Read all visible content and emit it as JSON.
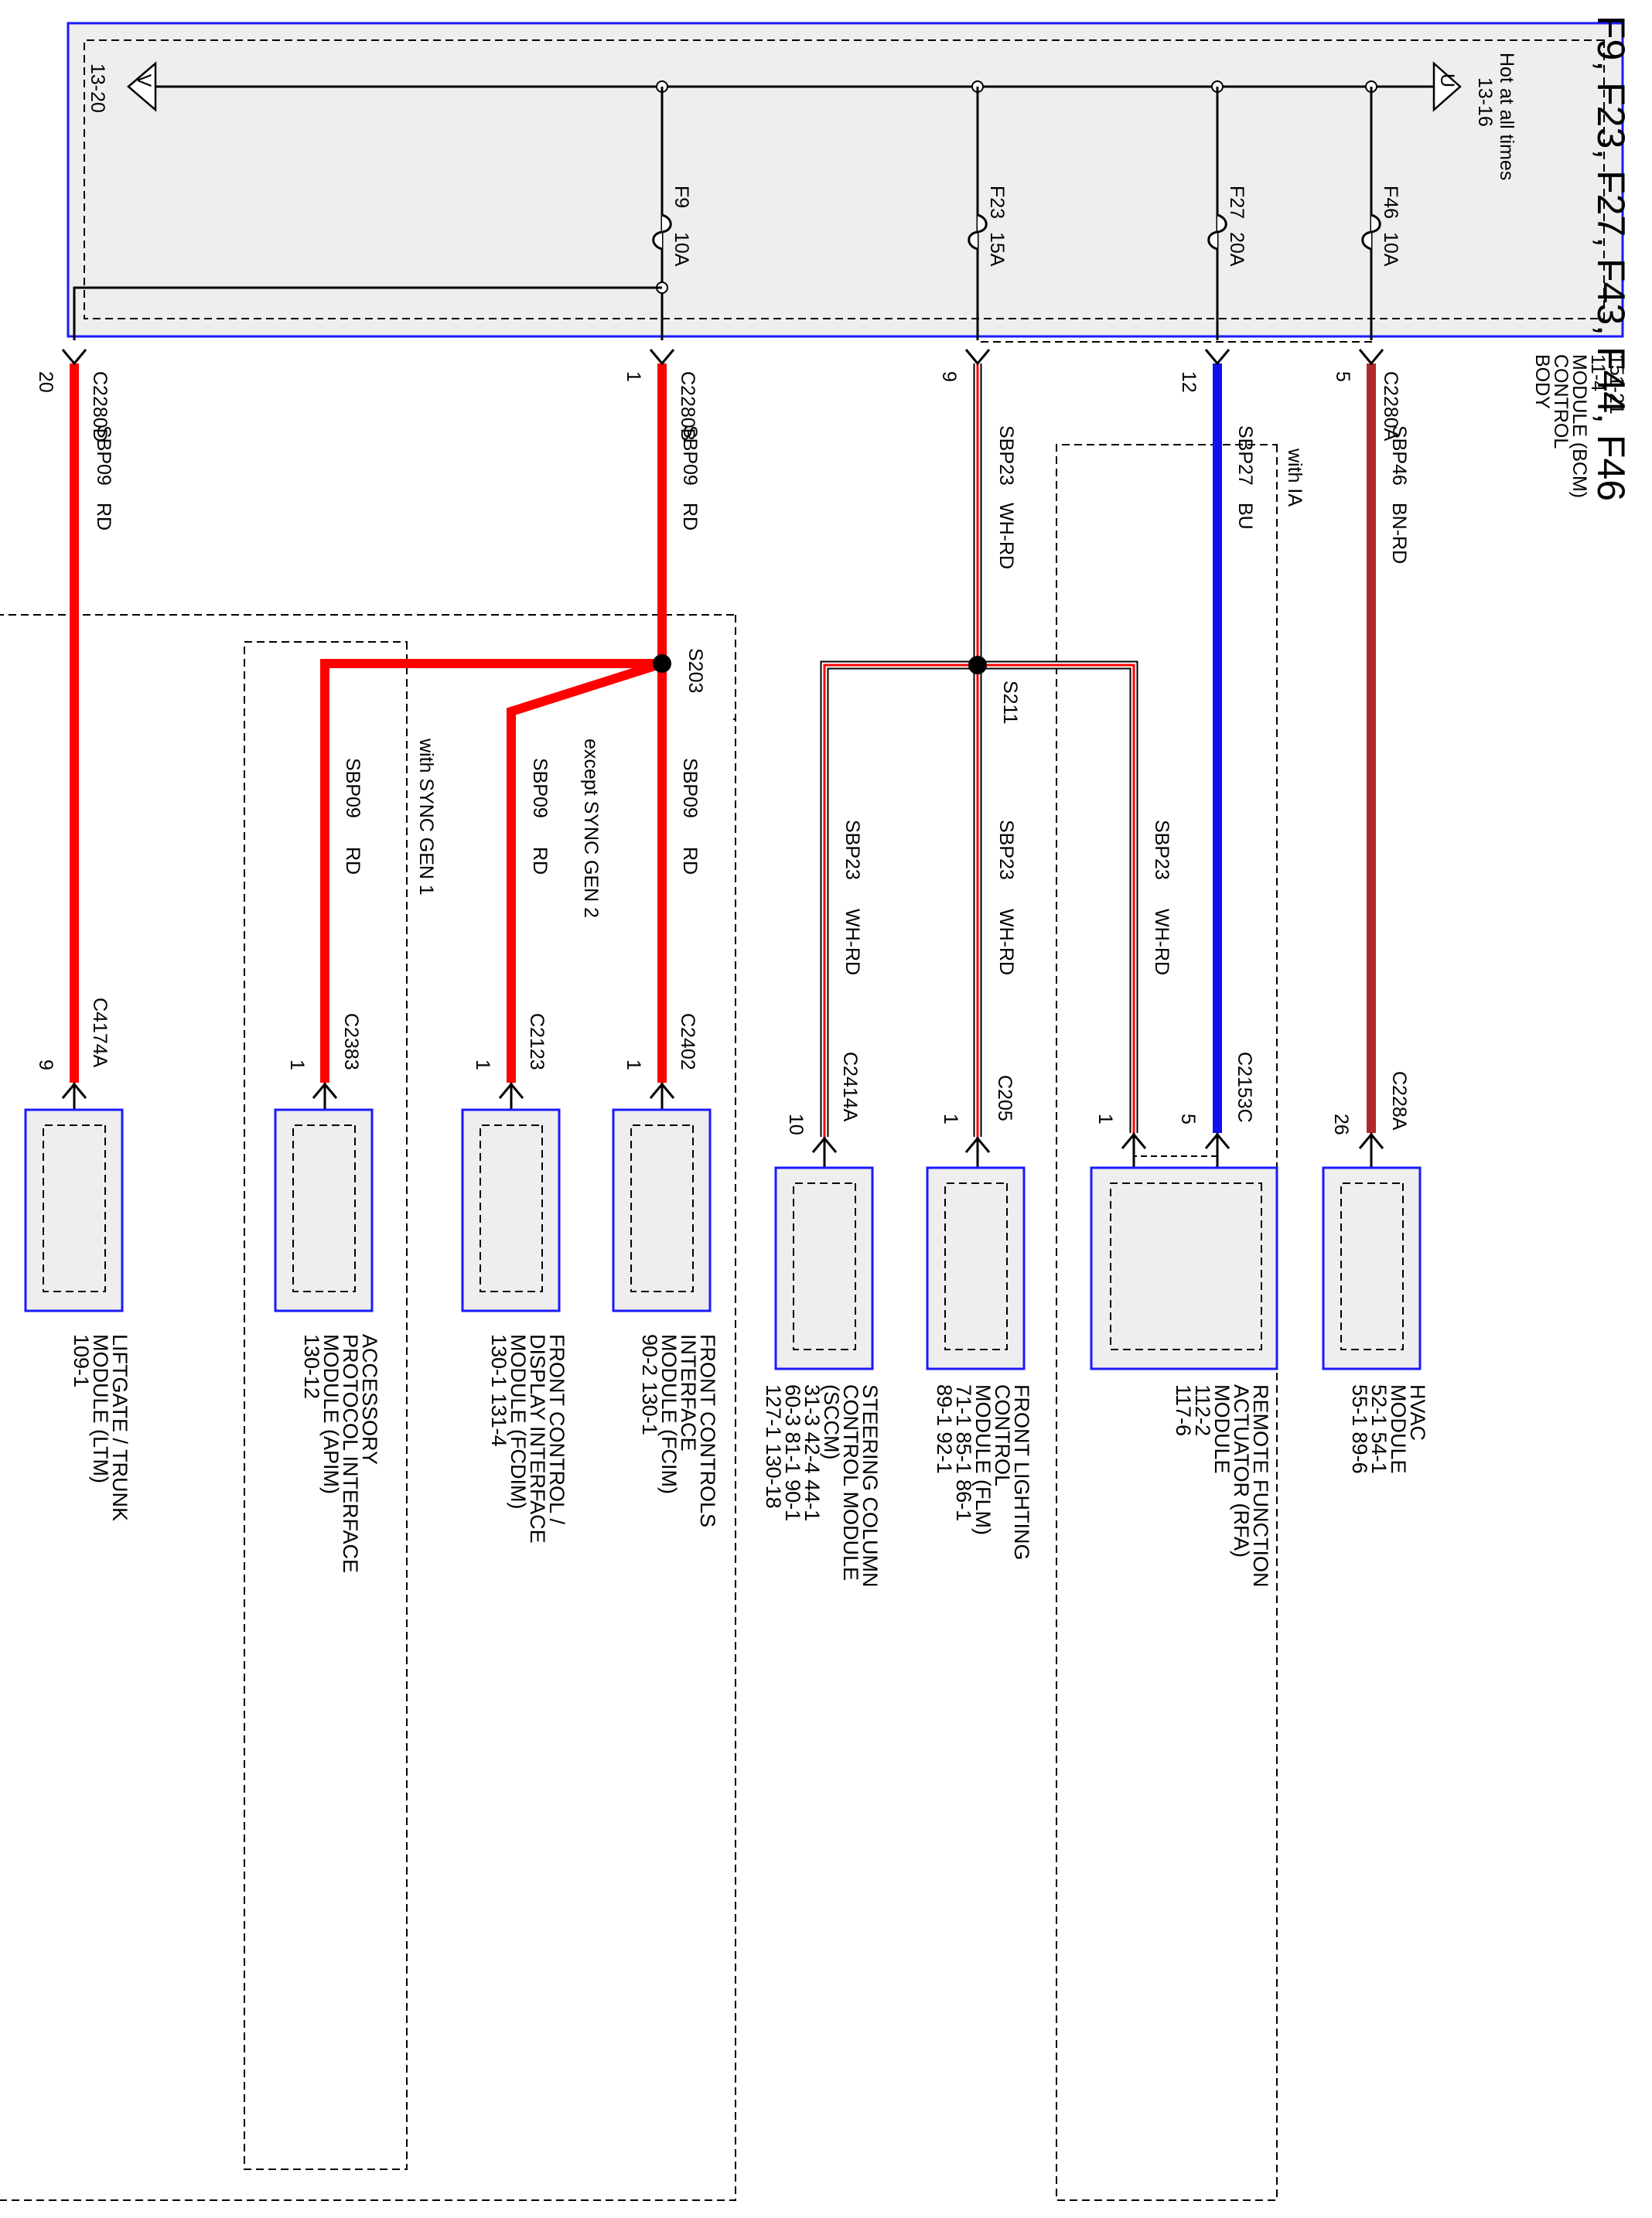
{
  "colors": {
    "red": "#ff0000",
    "blue": "#1010ee",
    "brown_red": "#b02a2a",
    "white_red_edge": "#000000",
    "box_border": "#1a1aff",
    "box_fill": "#eeeeee"
  },
  "diagram_title": "F9, F23, F27, F43, F44, F46",
  "bcm": {
    "hot_label": "Hot at all times",
    "hot_ref": "13-16",
    "off_ref": "13-20",
    "arrow_u": "U",
    "arrow_v": "V",
    "name_lines": [
      "BODY",
      "CONTROL",
      "MODULE (BCM)",
      "11-4",
      "151-21"
    ],
    "fuses": [
      {
        "id": "F9",
        "rating": "10A"
      },
      {
        "id": "F23",
        "rating": "15A"
      },
      {
        "id": "F27",
        "rating": "20A"
      },
      {
        "id": "F46",
        "rating": "10A"
      }
    ],
    "outputs": [
      {
        "connector": "C2280D",
        "pin": "20"
      },
      {
        "connector": "C2280B",
        "pin": "1"
      },
      {
        "connector": "C2280A",
        "pin": "9"
      },
      {
        "connector": "C2280A",
        "pin": "12"
      },
      {
        "connector": "C2280A",
        "pin": "5"
      }
    ]
  },
  "wires": [
    {
      "circuit": "SBP09",
      "color": "RD"
    },
    {
      "circuit": "SBP09",
      "color": "RD"
    },
    {
      "circuit": "SBP23",
      "color": "WH-RD"
    },
    {
      "circuit": "SBP27",
      "color": "BU"
    },
    {
      "circuit": "SBP46",
      "color": "BN-RD"
    },
    {
      "circuit": "SBP09",
      "color": "RD"
    },
    {
      "circuit": "SBP09",
      "color": "RD"
    },
    {
      "circuit": "SBP09",
      "color": "RD"
    },
    {
      "circuit": "SBP23",
      "color": "WH-RD"
    },
    {
      "circuit": "SBP23",
      "color": "WH-RD"
    },
    {
      "circuit": "SBP23",
      "color": "WH-RD"
    }
  ],
  "splices": [
    "S203",
    "S211"
  ],
  "options": [
    "with SYNC GEN 1",
    "except SYNC GEN 2",
    "with IA"
  ],
  "connectors": [
    {
      "connector": "C4174A",
      "pin": "9"
    },
    {
      "connector": "C2383",
      "pin": "1"
    },
    {
      "connector": "C2123",
      "pin": "1"
    },
    {
      "connector": "C2402",
      "pin": "1"
    },
    {
      "connector": "C2414A",
      "pin": "10"
    },
    {
      "connector": "C205",
      "pin": "1"
    },
    {
      "connector": "C2153C",
      "pin": "5"
    },
    {
      "connector": "C2153C",
      "pin": "1"
    },
    {
      "connector": "C228A",
      "pin": "26"
    }
  ],
  "modules": [
    {
      "lines": [
        "LIFTGATE / TRUNK",
        "MODULE (LTM)",
        "109-1"
      ]
    },
    {
      "lines": [
        "ACCESSORY",
        "PROTOCOL INTERFACE",
        "MODULE (APIM)",
        "130-12"
      ]
    },
    {
      "lines": [
        "FRONT CONTROL /",
        "DISPLAY INTERFACE",
        "MODULE (FCDIM)",
        "130-1      131-4"
      ]
    },
    {
      "lines": [
        "FRONT CONTROLS",
        "INTERFACE",
        "MODULE (FCIM)",
        "90-2     130-1"
      ]
    },
    {
      "lines": [
        "STEERING COLUMN",
        "CONTROL MODULE",
        "(SCCM)",
        "31-3         42-4      44-1",
        "60-3         81-1      90-1",
        "127-1      130-18"
      ]
    },
    {
      "lines": [
        "FRONT LIGHTING",
        "CONTROL",
        "MODULE (FLM)",
        "71-1      85-1      86-1",
        "89-1      92-1"
      ]
    },
    {
      "lines": [
        "REMOTE FUNCTION",
        "ACTUATOR (RFA)",
        "MODULE",
        "112-2",
        "117-6"
      ]
    },
    {
      "lines": [
        "HVAC",
        "MODULE",
        "52-1    54-1",
        "55-1    89-6"
      ]
    }
  ]
}
